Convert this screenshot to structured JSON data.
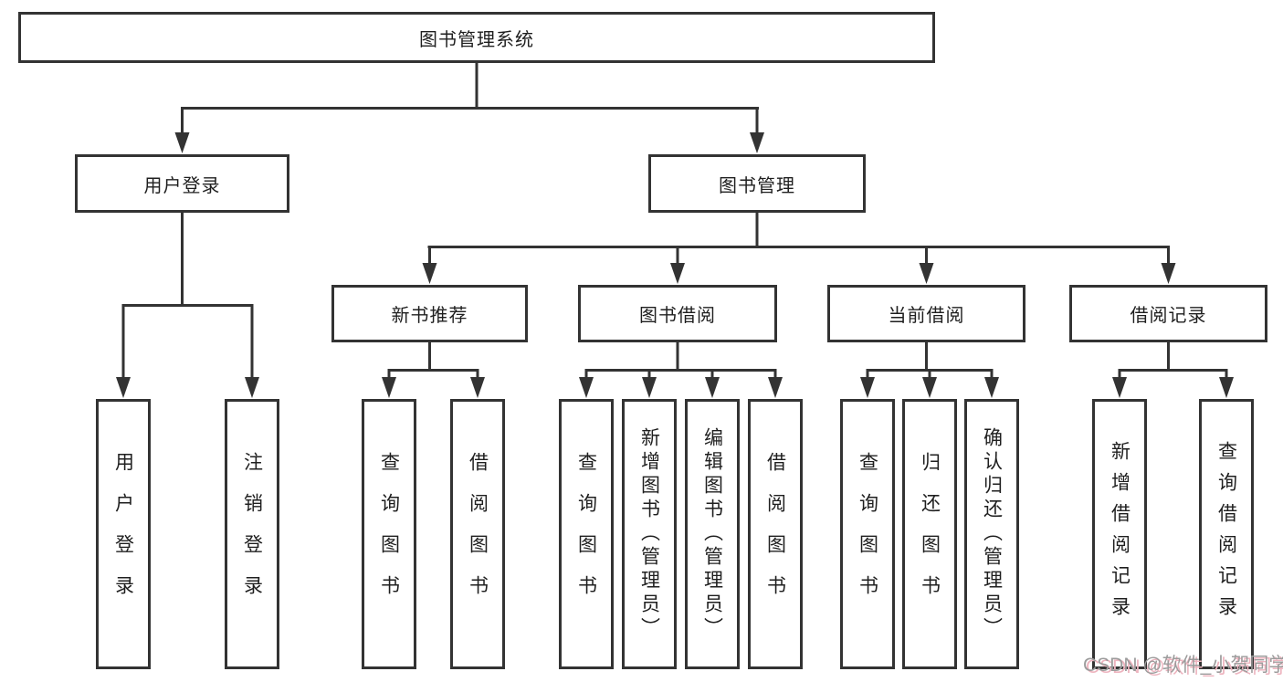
{
  "diagram": {
    "title": "图书管理系统",
    "root": {
      "label": "图书管理系统"
    },
    "level2": [
      {
        "label": "用户登录",
        "parent": "图书管理系统"
      },
      {
        "label": "图书管理",
        "parent": "图书管理系统"
      }
    ],
    "level3": [
      {
        "label": "新书推荐",
        "parent": "图书管理"
      },
      {
        "label": "图书借阅",
        "parent": "图书管理"
      },
      {
        "label": "当前借阅",
        "parent": "图书管理"
      },
      {
        "label": "借阅记录",
        "parent": "图书管理"
      }
    ],
    "leaves": [
      {
        "label": "用户登录",
        "parent": "用户登录"
      },
      {
        "label": "注销登录",
        "parent": "用户登录"
      },
      {
        "label": "查询图书",
        "parent": "新书推荐"
      },
      {
        "label": "借阅图书",
        "parent": "新书推荐"
      },
      {
        "label": "查询图书",
        "parent": "图书借阅"
      },
      {
        "label": "新增图书（管理员）",
        "parent": "图书借阅"
      },
      {
        "label": "编辑图书（管理员）",
        "parent": "图书借阅"
      },
      {
        "label": "借阅图书",
        "parent": "图书借阅"
      },
      {
        "label": "查询图书",
        "parent": "当前借阅"
      },
      {
        "label": "归还图书",
        "parent": "当前借阅"
      },
      {
        "label": "确认归还（管理员）",
        "parent": "当前借阅"
      },
      {
        "label": "新增借阅记录",
        "parent": "借阅记录"
      },
      {
        "label": "查询借阅记录",
        "parent": "借阅记录"
      }
    ]
  },
  "watermark": {
    "text": "CSDN @软件_小贺同学"
  },
  "colors": {
    "line": "#333333",
    "box_border": "#333333",
    "text": "#1f1f1f",
    "watermark": "#9c9c9c",
    "watermark_shadow": "#edb3be"
  }
}
